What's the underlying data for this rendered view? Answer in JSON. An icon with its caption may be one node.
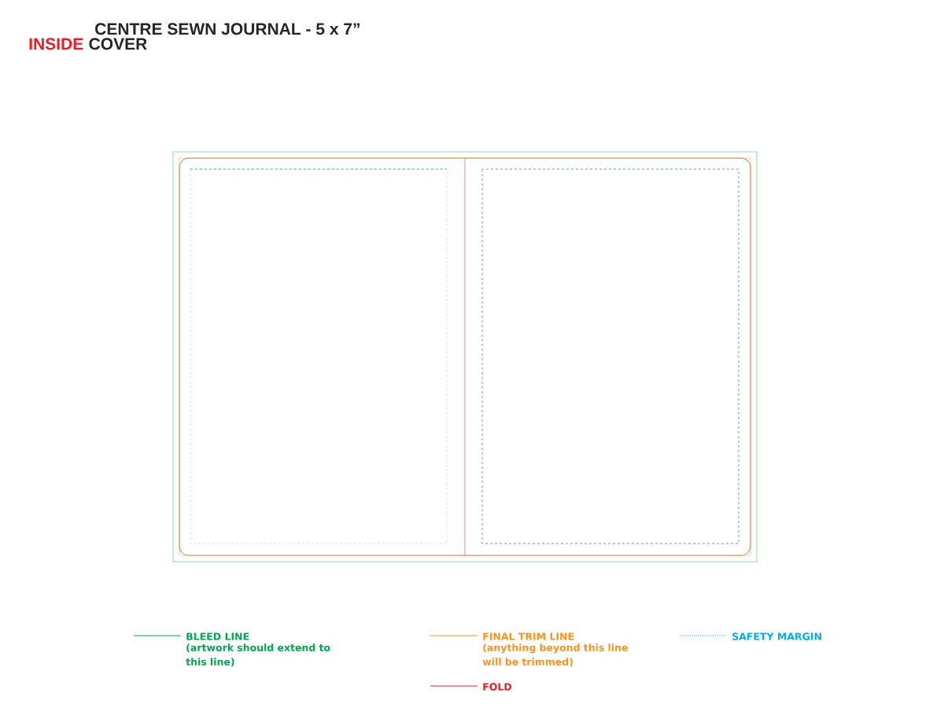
{
  "diagram": {
    "title": "CENTRE SEWN JOURNAL - 5 x 7”",
    "labels": [
      "INSIDE",
      "COVER",
      "(artwork should extend to this line)",
      "(anything beyond this line will be trimmed)"
    ],
    "legend": [
      {
        "text": "BLEED LINE"
      },
      {
        "text": "FINAL TRIM LINE"
      },
      {
        "text": "SAFETY MARGIN"
      },
      {
        "text": "FOLD"
      }
    ]
  }
}
